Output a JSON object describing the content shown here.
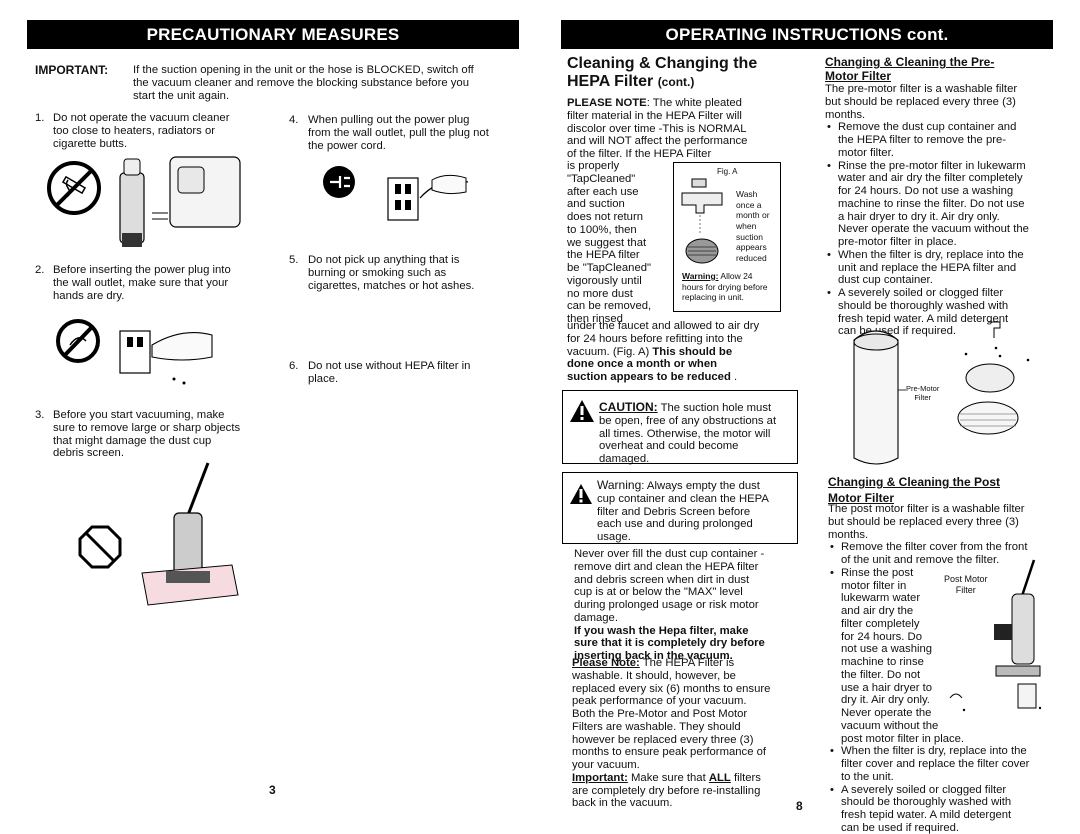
{
  "left": {
    "banner": "PRECAUTIONARY MEASURES",
    "important_label": "IMPORTANT:",
    "important_lines": [
      "If the suction opening in the unit or the hose is BLOCKED, switch off",
      "the vacuum cleaner and remove the blocking substance before you",
      "start the unit again."
    ],
    "items": [
      {
        "num": "1.",
        "lines": [
          "Do not operate the vacuum cleaner",
          "too close to heaters, radiators or",
          "cigarette butts."
        ]
      },
      {
        "num": "2.",
        "lines": [
          "Before inserting the power plug into",
          "the wall outlet, make sure that your",
          "hands are dry."
        ]
      },
      {
        "num": "3.",
        "lines": [
          "Before you start vacuuming, make",
          "sure to remove large or sharp objects",
          "that might damage the dust cup",
          "debris screen."
        ]
      },
      {
        "num": "4.",
        "lines": [
          "When pulling out the power plug",
          "from the wall outlet, pull the plug not",
          "the power cord."
        ]
      },
      {
        "num": "5.",
        "lines": [
          "Do not pick up anything that is",
          "burning or smoking such as",
          "cigarettes, matches or hot ashes."
        ]
      },
      {
        "num": "6.",
        "lines": [
          "Do not use without HEPA filter in",
          "place."
        ]
      }
    ],
    "page_number": "3"
  },
  "right": {
    "banner": "OPERATING INSTRUCTIONS cont.",
    "hepa": {
      "title_line1": "Cleaning & Changing the",
      "title_line2": "HEPA Filter",
      "title_cont": "(cont.)",
      "note_label": "PLEASE NOTE",
      "note_lines": [
        ": The white pleated",
        "filter material in the HEPA Filter will",
        "discolor over time -This is NORMAL",
        "and will NOT affect the performance",
        "of the filter. If the HEPA Filter"
      ],
      "left_lines": [
        "is properly",
        "\"TapCleaned\"",
        "after each use",
        "and suction",
        "does not return",
        "to 100%, then",
        "we suggest that",
        "the HEPA filter",
        "be \"TapCleaned\"",
        "vigorously until",
        "no more dust",
        "can be removed,",
        "then rinsed"
      ],
      "fig_label": "Fig. A",
      "fig_lines": [
        "Wash",
        "once a",
        "month or",
        "when",
        "suction",
        "appears",
        "reduced"
      ],
      "warn_label": "Warning:",
      "warn_lines": [
        " Allow 24",
        "hours for drying before",
        "replacing in unit."
      ],
      "full_lines_plain": [
        "under the faucet and allowed to air dry",
        "for 24 hours before refitting into the",
        "vacuum. (Fig. A) "
      ],
      "full_bold_1": "This should be",
      "full_bold_lines": [
        "done once a month or when",
        "suction appears to be reduced"
      ],
      "full_end": " ."
    },
    "caution": {
      "label": "CAUTION:",
      "lines": [
        " The suction hole must",
        "be open, free of any obstructions at",
        "all times.  Otherwise, the motor will",
        "overheat and could become",
        "damaged."
      ]
    },
    "warning_box": {
      "label": "Warning",
      "lines": [
        ": Always empty the dust",
        "cup container and clean the HEPA",
        "filter and Debris Screen before",
        "each use and during prolonged",
        "usage."
      ]
    },
    "overfill_lines": [
      "Never over fill the dust cup container -",
      "remove dirt and clean the HEPA filter",
      "and debris screen when dirt in dust",
      "cup is at or below the \"MAX\" level",
      "during prolonged usage or risk motor",
      "damage."
    ],
    "wash_bold_lines": [
      "If you wash the Hepa filter, make",
      "sure that it is completely dry before",
      "inserting back in the vacuum."
    ],
    "please_note_label": "Please Note:",
    "please_note_lines": [
      " The HEPA Filter is",
      "washable.  It should, however, be",
      "replaced every six (6) months to ensure",
      "peak performance of your vacuum.",
      "Both the Pre-Motor and Post Motor",
      "Filters are washable. They should",
      "however be replaced every three (3)",
      "months to ensure peak performance of",
      "your vacuum."
    ],
    "important_label": "Important:",
    "important_pre": " Make sure that ",
    "important_all": "ALL",
    "important_lines": [
      " filters",
      "are completely dry before re-installing",
      "back in the vacuum."
    ],
    "pre_motor": {
      "title_line1": "Changing & Cleaning the Pre-",
      "title_line2": "Motor Filter",
      "intro_lines": [
        "The pre-motor filter is a washable filter",
        "but should be replaced every three (3)",
        "months."
      ],
      "bullets": [
        [
          "Remove the dust cup container and",
          "the HEPA filter to remove the pre-",
          "motor filter."
        ],
        [
          "Rinse the pre-motor filter in lukewarm",
          "water and air dry the filter completely",
          "for 24 hours. Do not use a washing",
          "machine to rinse the filter. Do not use",
          "a hair dryer to dry it. Air dry only.",
          "Never operate the vacuum without the",
          "pre-motor filter in place."
        ],
        [
          "When the filter is dry, replace into the",
          "unit and replace the HEPA filter and",
          "dust cup container."
        ],
        [
          "A severely soiled or clogged filter",
          "should be thoroughly washed with",
          "fresh tepid water. A mild detergent",
          "can be used if required."
        ]
      ],
      "img_label_1": "Pre-Motor",
      "img_label_2": "Filter"
    },
    "post_motor": {
      "title_line1": "Changing & Cleaning the Post",
      "title_line2": "Motor Filter",
      "intro_lines": [
        "The post motor filter is a washable filter",
        "but should be replaced every three (3)",
        "months."
      ],
      "bullet1": [
        "Remove the filter cover from the front",
        "of the unit and remove the filter."
      ],
      "bullet2": [
        "Rinse the post",
        "motor filter in",
        "lukewarm water",
        "and air dry the",
        "filter completely",
        "for 24 hours. Do",
        "not use a washing",
        "machine to rinse",
        "the filter. Do not",
        "use a hair dryer to",
        "dry it. Air dry only.",
        "Never operate the",
        "vacuum without the",
        "post motor filter in place."
      ],
      "bullet3": [
        "When the filter is dry, replace into the",
        "filter cover and replace the filter cover",
        "to the unit."
      ],
      "bullet4": [
        "A severely soiled or clogged filter",
        "should be thoroughly washed with",
        "fresh tepid water. A mild detergent",
        "can be used if required."
      ],
      "img_label_1": "Post Motor",
      "img_label_2": "Filter"
    },
    "page_number": "8"
  }
}
